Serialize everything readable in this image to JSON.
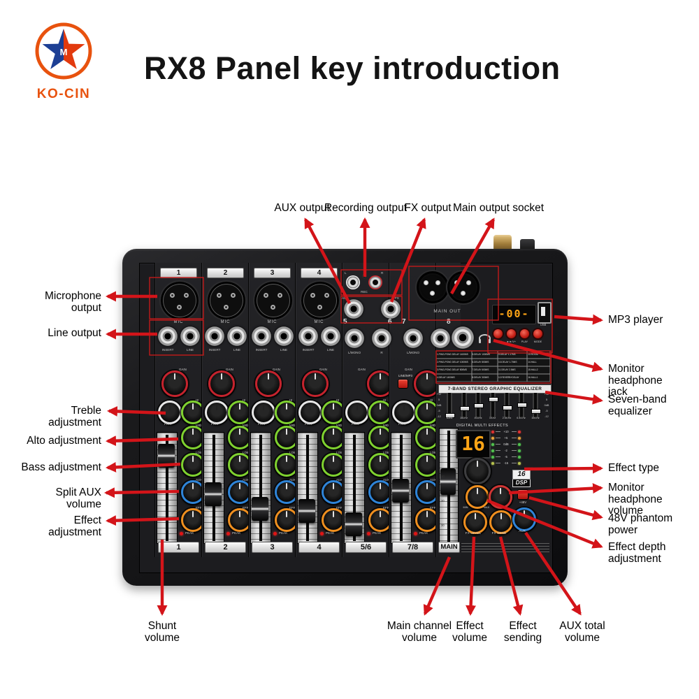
{
  "header": {
    "title": "RX8 Panel key introduction",
    "brand": "KO-CIN",
    "logo_mark": "M",
    "title_color": "#141414",
    "brand_color": "#e8520e"
  },
  "annotation": {
    "arrow_color": "#d31419",
    "top": [
      "AUX output",
      "Recording output",
      "FX output",
      "Main output socket"
    ],
    "left": [
      "Microphone output",
      "Line output",
      "Treble adjustment",
      "Alto adjustment",
      "Bass adjustment",
      "Split AUX volume",
      "Effect adjustment"
    ],
    "right": [
      "MP3 player",
      "Monitor headphone\njack",
      "Seven-band\nequalizer",
      "Effect type",
      "Monitor headphone\nvolume",
      "48V phantom power",
      "Effect depth\nadjustment"
    ],
    "bottom": [
      "Shunt\nvolume",
      "Main channel\nvolume",
      "Effect\nvolume",
      "Effect\nsending",
      "AUX total\nvolume"
    ]
  },
  "mixer": {
    "strips": [
      {
        "label": "1",
        "kind": "mono",
        "fader_pct": 10
      },
      {
        "label": "2",
        "kind": "mono",
        "fader_pct": 45
      },
      {
        "label": "3",
        "kind": "mono",
        "fader_pct": 58
      },
      {
        "label": "4",
        "kind": "mono",
        "fader_pct": 60
      },
      {
        "label": "5/6",
        "kind": "stereo",
        "fader_pct": 72
      },
      {
        "label": "7/8",
        "kind": "stereo",
        "line_mp3": true,
        "fader_pct": 42
      }
    ],
    "main_strip": {
      "label": "MAIN",
      "fader_pct": 33,
      "scale": [
        "10",
        "20",
        "30"
      ]
    },
    "strip_labels": {
      "mic": "MIC",
      "insert": "INSERT",
      "line": "LINE",
      "gain": "GAIN",
      "pan": "PAN",
      "hi": "HI",
      "mid": "MID",
      "low": "LOW",
      "aux": "AUX",
      "eff": "EFF",
      "peak": "PEAK",
      "line_mp3": "LINE/MP3"
    },
    "io": {
      "rec_l": "L",
      "rec_r": "R",
      "rec": "REC",
      "aux": "AUX",
      "fx": "FX",
      "ch5": "5",
      "ch6": "6",
      "ch7": "7",
      "ch8": "8",
      "l_mono": "L/MONO",
      "r": "R",
      "main_out": "MAIN OUT",
      "phones": "PHONES"
    },
    "mp3": {
      "display": "-00-",
      "usb": "USB",
      "buttons": [
        "◄◄/V-",
        "►►/V+",
        "PLAY",
        "MODE"
      ]
    },
    "effects_table": [
      [
        "1.PING-PONG DELAY 1400MS",
        "5.DELAY 1000MS",
        "9.DELAY 1.17MS",
        "13.ROOM"
      ],
      [
        "2.PING-PONG DELAY 1000MS",
        "6.DELAY 800MS",
        "10.DELAY 1.70MS",
        "14.HALL"
      ],
      [
        "3.PING-PONG DELAY 800MS",
        "7.DELAY 600MS",
        "11.DELAY 2.5MS",
        "15.HALL2"
      ],
      [
        "4.DELAY 1400MS",
        "8.DELAY 300MS",
        "12.REVERB+DELAY",
        "16.HALL1"
      ]
    ],
    "equalizer": {
      "title": "7-BAND STEREO GRAPHIC EQUALIZER",
      "freqs": [
        "63Hz",
        "160Hz",
        "400Hz",
        "1KHz",
        "2.5KHz",
        "6.4KHz",
        "16KHz"
      ],
      "scale": [
        "+12",
        "5",
        "0dB",
        "-5",
        "-12"
      ],
      "slider_pct": [
        80,
        52,
        42,
        18,
        50,
        38,
        65
      ]
    },
    "fx_section": {
      "title": "DIGITAL MULTI EFFECTS",
      "display": "16",
      "badge_num": "16",
      "badge_dsp": "DSP",
      "p48": "+48V",
      "min": "MIN",
      "max": "MAX",
      "fx_level": "FX LEVEL",
      "fx_send": "FX SEND",
      "aux": "AUX",
      "meter": [
        {
          "label": "+10",
          "color": "#e03131"
        },
        {
          "label": "+5",
          "color": "#e8a33d"
        },
        {
          "label": "0dB",
          "color": "#51c24e"
        },
        {
          "label": "-2",
          "color": "#51c24e"
        },
        {
          "label": "-5",
          "color": "#51c24e"
        },
        {
          "label": "-15",
          "color": "#b7c24e"
        }
      ]
    }
  }
}
